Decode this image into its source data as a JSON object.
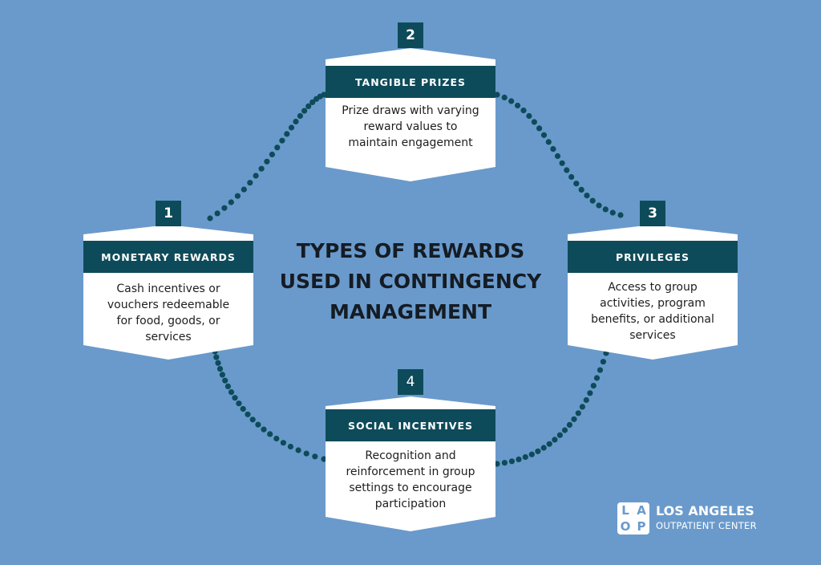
{
  "title": {
    "line1": "TYPES OF REWARDS",
    "line2": "USED IN CONTINGENCY",
    "line3": "MANAGEMENT"
  },
  "cards": [
    {
      "number": "1",
      "heading": "MONETARY REWARDS",
      "lines": [
        "Cash incentives or",
        "vouchers redeemable",
        "for food, goods, or",
        "services"
      ]
    },
    {
      "number": "2",
      "heading": "TANGIBLE PRIZES",
      "lines": [
        "Prize draws with varying",
        "reward values to",
        "maintain engagement"
      ]
    },
    {
      "number": "3",
      "heading": "PRIVILEGES",
      "lines": [
        "Access to group",
        "activities, program",
        "benefits, or additional",
        "services"
      ]
    },
    {
      "number": "4",
      "heading": "SOCIAL INCENTIVES",
      "lines": [
        "Recognition and",
        "reinforcement in group",
        "settings to encourage",
        "participation"
      ]
    }
  ],
  "logo": {
    "letters": [
      "L",
      "A",
      "O",
      "P"
    ],
    "name": "LOS ANGELES",
    "subtitle": "OUTPATIENT CENTER"
  },
  "colors": {
    "background": "#6a9acb",
    "accent": "#0e4b5a",
    "card": "#ffffff",
    "dots": "#0e4b5a"
  }
}
